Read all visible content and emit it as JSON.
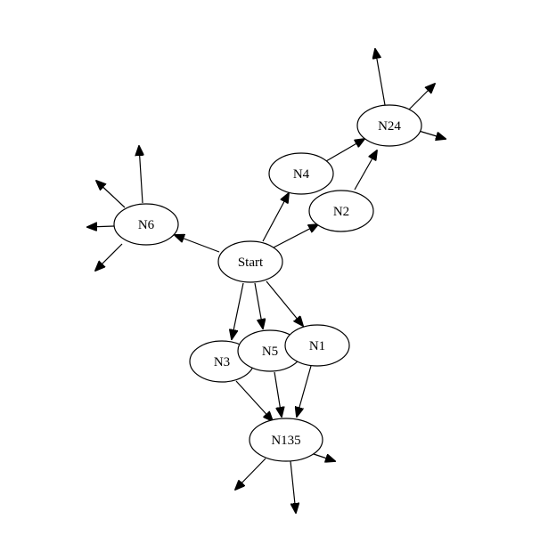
{
  "diagram": {
    "nodes": [
      {
        "id": "start",
        "label": "Start"
      },
      {
        "id": "n4",
        "label": "N4"
      },
      {
        "id": "n2",
        "label": "N2"
      },
      {
        "id": "n24",
        "label": "N24"
      },
      {
        "id": "n6",
        "label": "N6"
      },
      {
        "id": "n3",
        "label": "N3"
      },
      {
        "id": "n5",
        "label": "N5"
      },
      {
        "id": "n1",
        "label": "N1"
      },
      {
        "id": "n135",
        "label": "N135"
      }
    ],
    "edges": [
      {
        "from": "start",
        "to": "n4"
      },
      {
        "from": "start",
        "to": "n2"
      },
      {
        "from": "start",
        "to": "n6"
      },
      {
        "from": "start",
        "to": "n3"
      },
      {
        "from": "start",
        "to": "n5"
      },
      {
        "from": "start",
        "to": "n1"
      },
      {
        "from": "n4",
        "to": "n24"
      },
      {
        "from": "n2",
        "to": "n24"
      },
      {
        "from": "n3",
        "to": "n135"
      },
      {
        "from": "n5",
        "to": "n135"
      },
      {
        "from": "n1",
        "to": "n135"
      }
    ],
    "colors": {
      "stroke": "#000000",
      "fill": "#ffffff",
      "background": "#ffffff"
    }
  }
}
